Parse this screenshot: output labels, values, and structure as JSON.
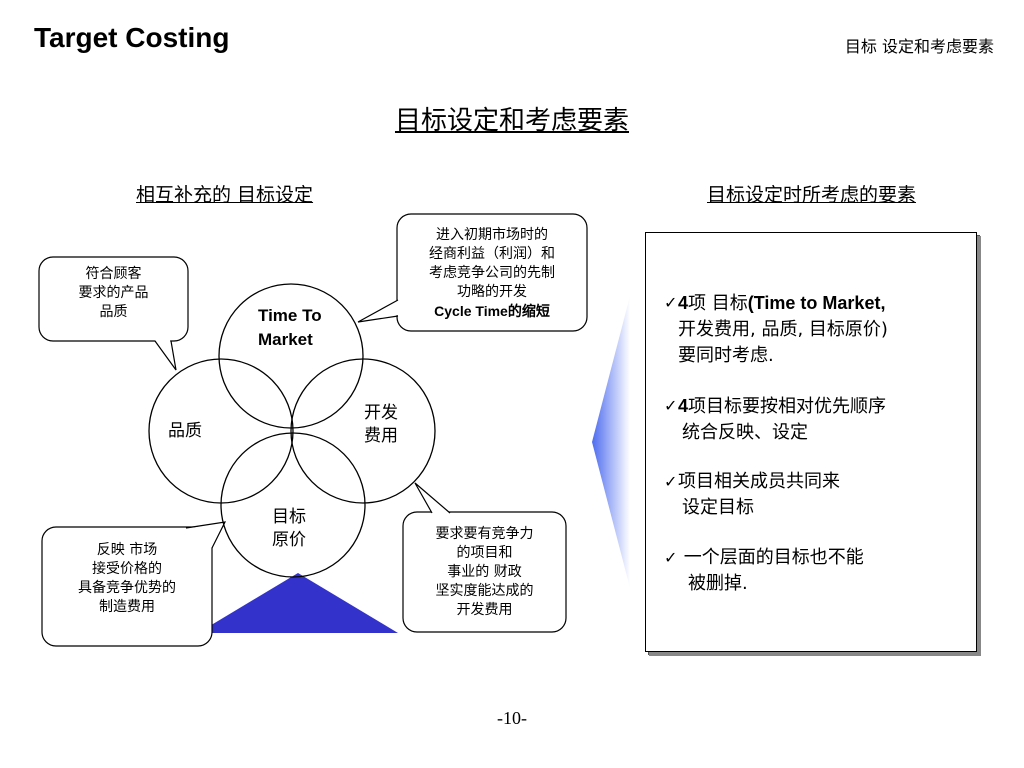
{
  "header": {
    "title": "Target Costing",
    "breadcrumb": "目标 设定和考虑要素"
  },
  "main_heading": "目标设定和考虑要素",
  "left_panel": {
    "subtitle": "相互补充的 目标设定 ",
    "circles": {
      "top": [
        "Time To",
        "Market"
      ],
      "left": "品质",
      "right": [
        "开发",
        "费用"
      ],
      "bottom": [
        "目标",
        "原价"
      ]
    },
    "callouts": {
      "quality": [
        "符合顾客",
        "要求的产品",
        "品质"
      ],
      "time": [
        "进入初期市场时的",
        "经商利益（利润）和",
        "考虑竞争公司的先制",
        "功略的开发",
        "Cycle Time的缩短"
      ],
      "dev_cost": [
        "要求要有竞争力",
        "的项目和",
        "事业的 财政",
        "坚实度能达成的",
        "开发费用"
      ],
      "target_cost": [
        "反映 市场",
        "接受价格的",
        "具备竞争优势的",
        "制造费用"
      ]
    },
    "colors": {
      "triangle": "#3333cc"
    }
  },
  "right_panel": {
    "subtitle": "目标设定时所考虑的要素",
    "checkmark": "✓",
    "items": [
      {
        "line1_bold": "4",
        "line1_a": "项 目标",
        "line1_bold2": "(Time to Market,",
        "line2": "开发费用, 品质, 目标原价)",
        "line3": "要同时考虑."
      },
      {
        "line1_bold": "4",
        "line1_a": "项目标要按相对优先顺序",
        "line2": "统合反映、设定"
      },
      {
        "line1": "项目相关成员共同来",
        "line2": "设定目标"
      },
      {
        "line1": " 一个层面的目标也不能",
        "line2": "被删掉."
      }
    ],
    "colors": {
      "arrow_edge": "#4d6cf0",
      "arrow_fade": "#ffffff"
    }
  },
  "footer": {
    "page": "-10-"
  }
}
